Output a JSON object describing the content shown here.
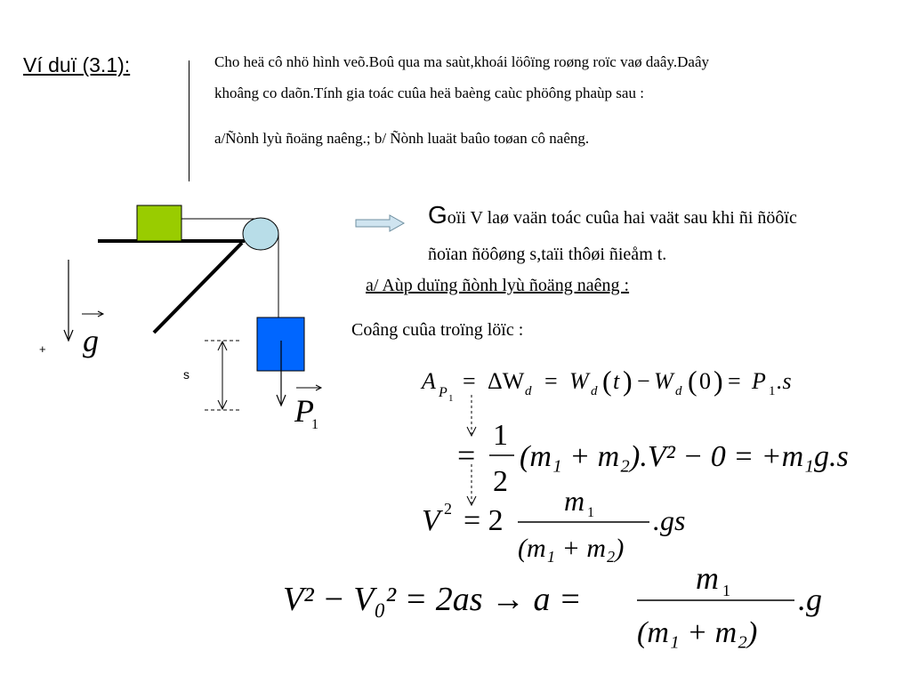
{
  "example_label": "Ví duï (3.1):",
  "problem": {
    "line1": "Cho heä cô nhö hình veõ.Boû qua ma saùt,khoái löôïng roøng roïc vaø daây.Daây",
    "line2": "khoâng co daõn.Tính gia toác cuûa heä baèng caùc phöông phaùp sau :",
    "line3": "a/Ñònh lyù ñoäng naêng.; b/ Ñònh luaät baûo toøan cô naêng."
  },
  "callout": {
    "first_letter": "G",
    "line1_rest": "oïi V laø vaän toác cuûa hai vaät sau khi ñi ñöôïc",
    "line2": "ñoïan ñöôøng s,taïi thôøi ñieåm t."
  },
  "part_a": "a/ Aùp duïng ñònh lyù ñoäng naêng :",
  "cong_label": "Coâng cuûa troïng löïc :",
  "diagram": {
    "plus_sign": "+",
    "g_label": "g",
    "s_label": "s",
    "p_label": "P",
    "p_subscript": "1",
    "colors": {
      "green_block": "#99cc00",
      "blue_block": "#0066ff",
      "pulley": "#b8dde8",
      "arrow_fill": "#cfe4f0"
    }
  },
  "equations": {
    "eq1": {
      "A": "A",
      "P": "P",
      "one": "1",
      "eq": "=",
      "delta": "ΔW",
      "d": "d",
      "W": "W",
      "t": "t",
      "zero": "0",
      "minus": "−",
      "P1": "P",
      "s": ".s",
      "lparen": "(",
      "rparen": ")"
    },
    "eq2": {
      "eq": "=",
      "num": "1",
      "den": "2",
      "body": "(m₁ + m₂).V² − 0 = +m₁g.s"
    },
    "eq3": {
      "V": "V",
      "sq": "2",
      "eq": "= 2",
      "num": "m",
      "num_sub": "1",
      "den": "(m₁ + m₂)",
      "tail": ".gs"
    },
    "eq4": {
      "left": "V² − V₀² = 2as → a =",
      "num": "m",
      "num_sub": "1",
      "den": "(m₁ + m₂)",
      "tail": ".g"
    }
  }
}
